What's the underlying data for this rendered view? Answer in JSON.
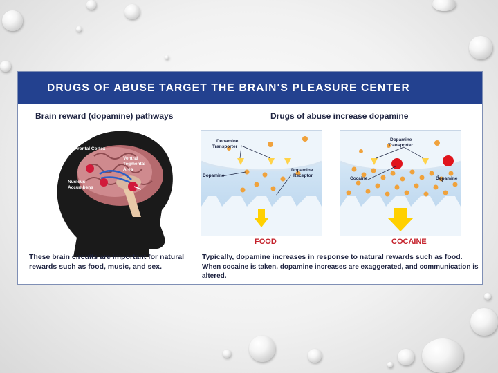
{
  "slide": {
    "banner": "DRUGS OF ABUSE TARGET THE BRAIN'S PLEASURE CENTER",
    "left": {
      "header": "Brain reward (dopamine) pathways",
      "labels": {
        "frontal_cortex": "Frontal Cortex",
        "vta_1": "Ventral",
        "vta_2": "Tegmental",
        "vta_3": "Area",
        "nac_1": "Nucleus",
        "nac_2": "Accumbens"
      },
      "caption_1": "These brain circuits are important for natural",
      "caption_2": "rewards such as food, music, and sex."
    },
    "right": {
      "header": "Drugs of abuse increase dopamine",
      "food_panel": {
        "transporter_1": "Dopamine",
        "transporter_2": "Transporter",
        "dopamine": "Dopamine",
        "receptor_1": "Dopamine",
        "receptor_2": "Receptor",
        "label": "FOOD"
      },
      "cocaine_panel": {
        "transporter_1": "Dopamine",
        "transporter_2": "Transporter",
        "cocaine": "Cocaine",
        "dopamine": "Dopamine",
        "label": "COCAINE"
      },
      "caption_1": "Typically, dopamine increases in response to natural rewards such as food.",
      "caption_2": "When cocaine is taken, dopamine increases are exaggerated, and communication is altered."
    }
  },
  "colors": {
    "banner": "#23418f",
    "label_red": "#c4202a",
    "dopamine": "#f0a23c",
    "cocaine": "#e0141c"
  }
}
